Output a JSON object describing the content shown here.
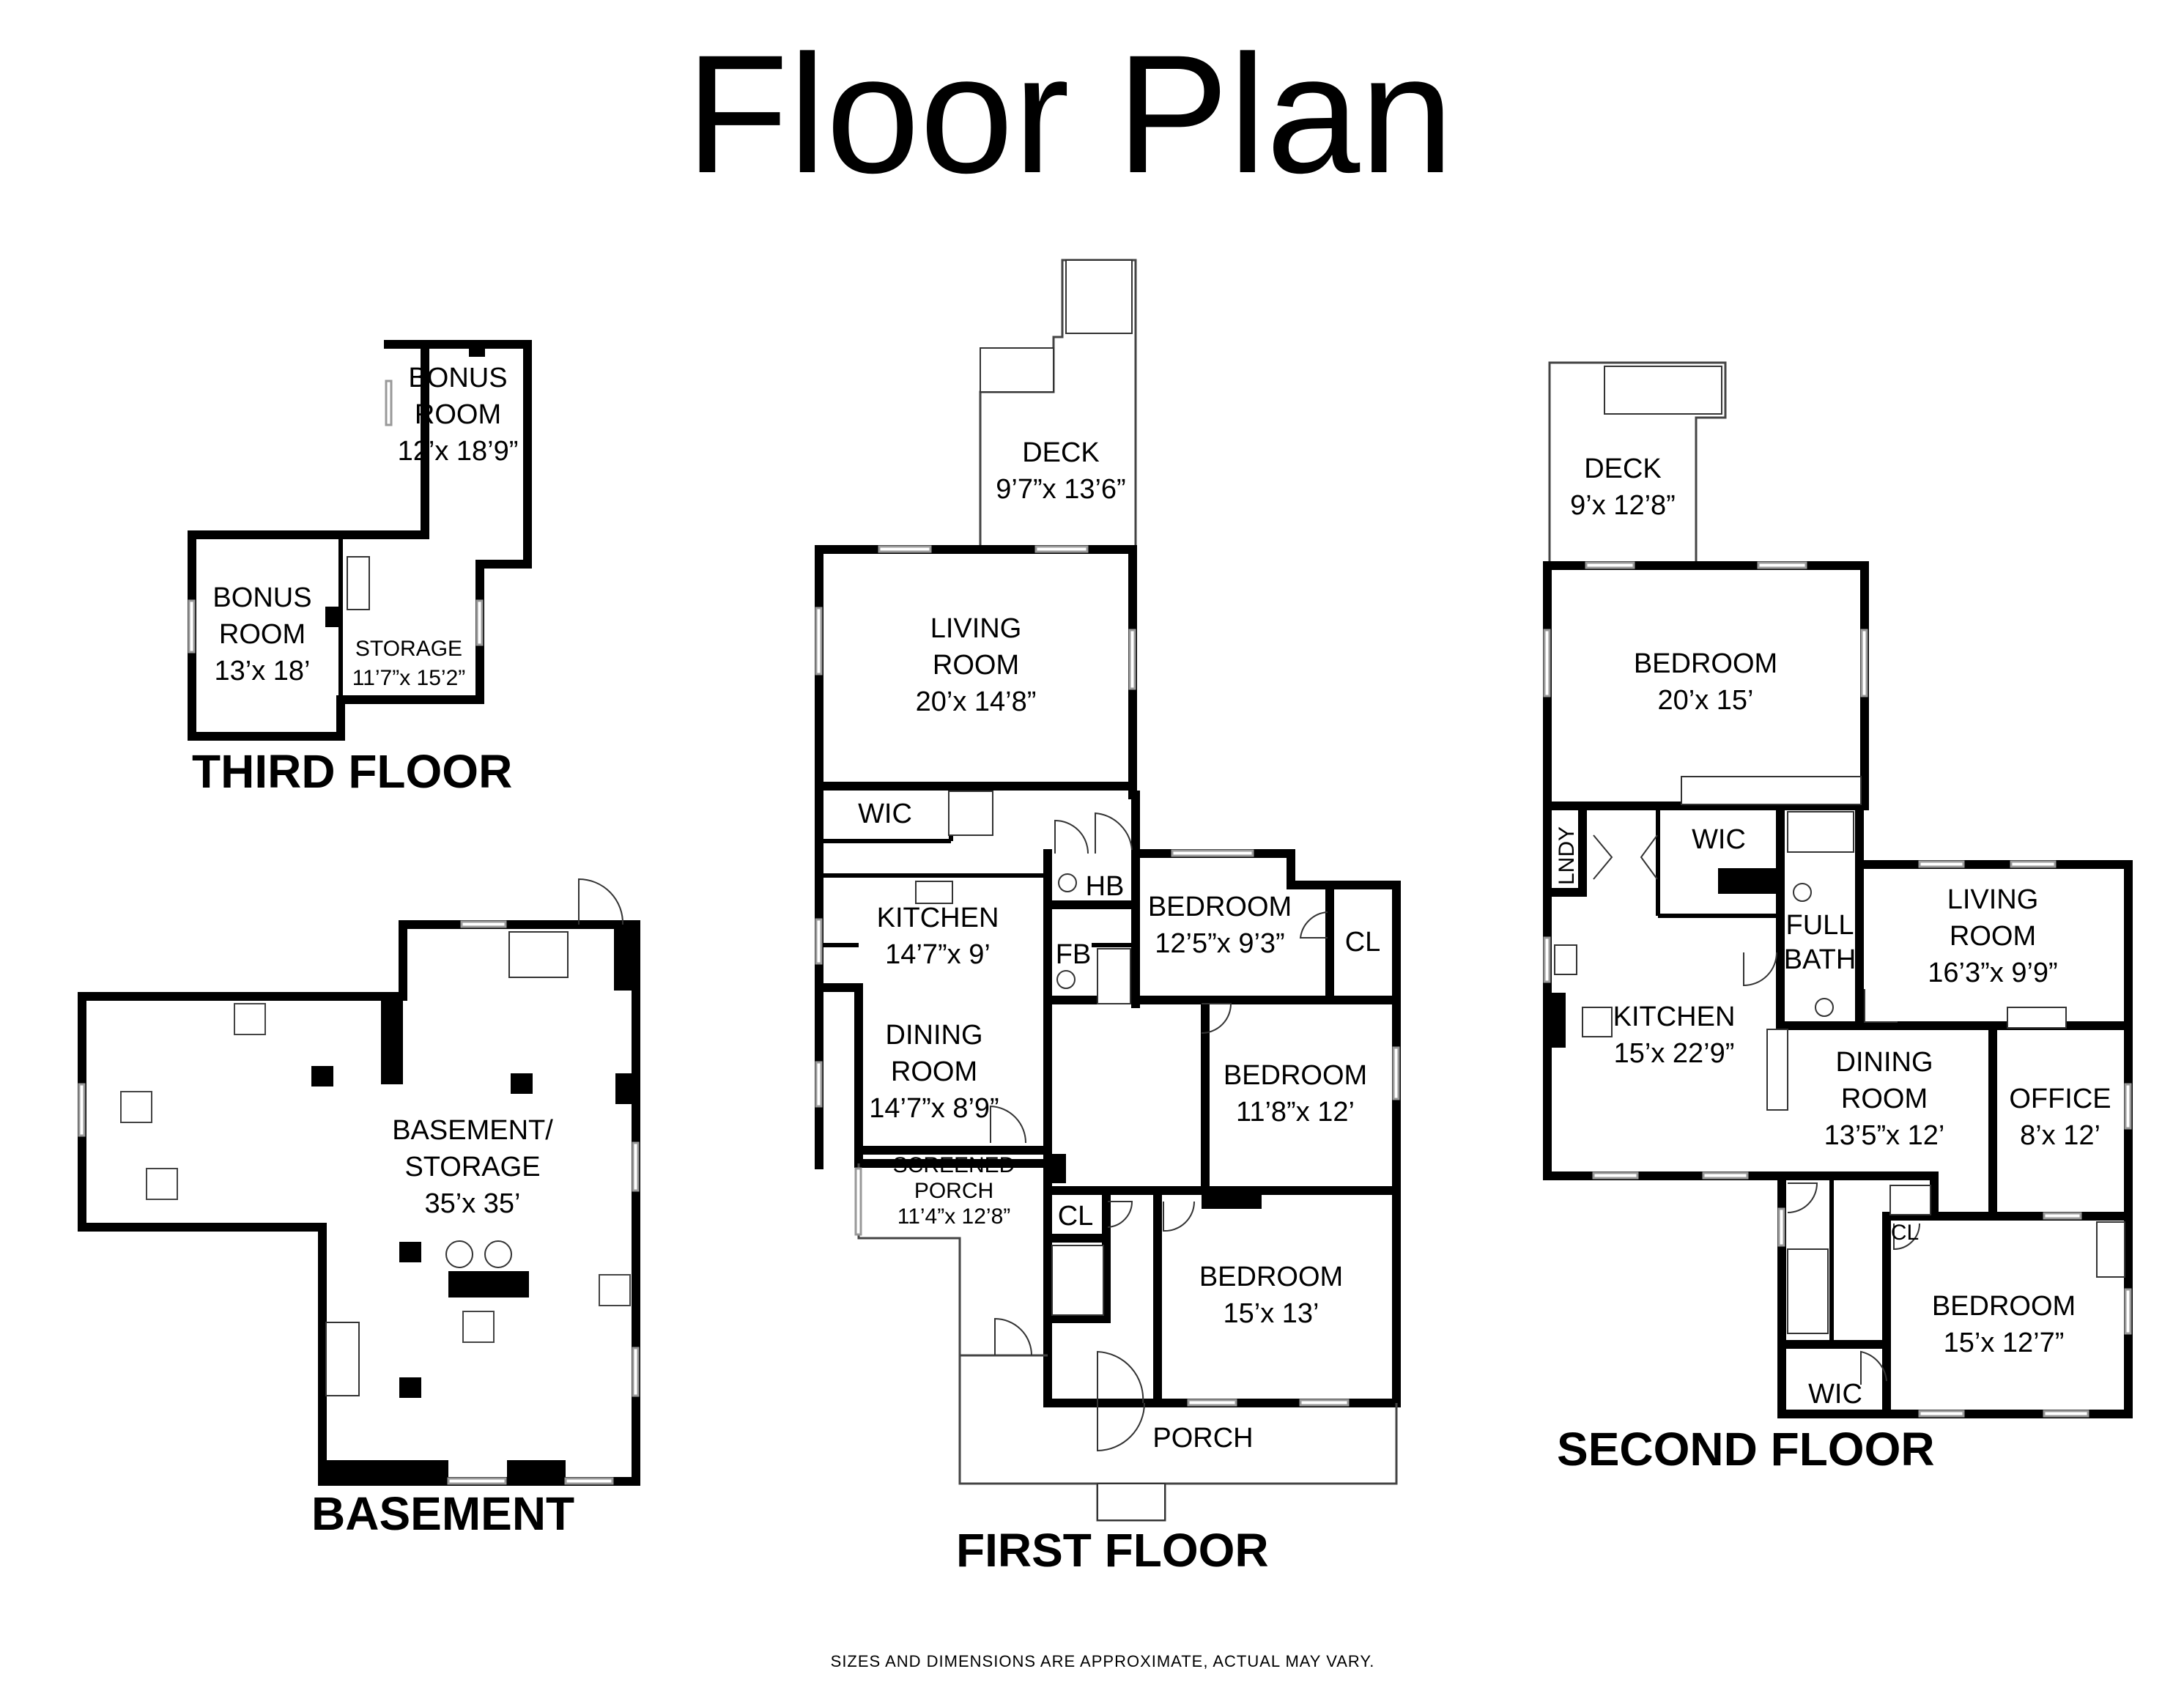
{
  "title": "Floor Plan",
  "disclaimer": "SIZES AND DIMENSIONS ARE APPROXIMATE, ACTUAL MAY VARY.",
  "floors": {
    "third": {
      "label": "THIRD FLOOR",
      "rooms": {
        "bonus_upper": {
          "name": [
            "BONUS",
            "ROOM"
          ],
          "size": "12’x 18’9”"
        },
        "bonus_lower": {
          "name": [
            "BONUS",
            "ROOM"
          ],
          "size": "13’x 18’"
        },
        "storage": {
          "name": [
            "STORAGE"
          ],
          "size": "11’7”x 15’2”"
        }
      }
    },
    "basement": {
      "label": "BASEMENT",
      "rooms": {
        "main": {
          "name": [
            "BASEMENT/",
            "STORAGE"
          ],
          "size": "35’x 35’"
        }
      }
    },
    "first": {
      "label": "FIRST FLOOR",
      "rooms": {
        "deck": {
          "name": [
            "DECK"
          ],
          "size": "9’7”x 13’6”"
        },
        "living": {
          "name": [
            "LIVING",
            "ROOM"
          ],
          "size": "20’x 14’8”"
        },
        "wic": {
          "name": [
            "WIC"
          ],
          "size": ""
        },
        "kitchen": {
          "name": [
            "KITCHEN"
          ],
          "size": "14’7”x 9’"
        },
        "hb": {
          "name": [
            "HB"
          ],
          "size": ""
        },
        "fb": {
          "name": [
            "FB"
          ],
          "size": ""
        },
        "bedroom1": {
          "name": [
            "BEDROOM"
          ],
          "size": "12’5”x 9’3”"
        },
        "cl1": {
          "name": [
            "CL"
          ],
          "size": ""
        },
        "dining": {
          "name": [
            "DINING",
            "ROOM"
          ],
          "size": "14’7”x 8’9”"
        },
        "bedroom2": {
          "name": [
            "BEDROOM"
          ],
          "size": "11’8”x 12’"
        },
        "screened": {
          "name": [
            "SCREENED",
            "PORCH"
          ],
          "size": "11’4”x 12’8”"
        },
        "cl2": {
          "name": [
            "CL"
          ],
          "size": ""
        },
        "bedroom3": {
          "name": [
            "BEDROOM"
          ],
          "size": "15’x 13’"
        },
        "porch": {
          "name": [
            "PORCH"
          ],
          "size": ""
        }
      }
    },
    "second": {
      "label": "SECOND FLOOR",
      "rooms": {
        "deck": {
          "name": [
            "DECK"
          ],
          "size": "9’x 12’8”"
        },
        "bedroom1": {
          "name": [
            "BEDROOM"
          ],
          "size": "20’x 15’"
        },
        "lndy": {
          "name": [
            "LNDY"
          ],
          "size": ""
        },
        "wic1": {
          "name": [
            "WIC"
          ],
          "size": ""
        },
        "fullbath": {
          "name": [
            "FULL",
            "BATH"
          ],
          "size": ""
        },
        "living": {
          "name": [
            "LIVING",
            "ROOM"
          ],
          "size": "16’3”x 9’9”"
        },
        "kitchen": {
          "name": [
            "KITCHEN"
          ],
          "size": "15’x 22’9”"
        },
        "dining": {
          "name": [
            "DINING",
            "ROOM"
          ],
          "size": "13’5”x 12’"
        },
        "office": {
          "name": [
            "OFFICE"
          ],
          "size": "8’x 12’"
        },
        "cl": {
          "name": [
            "CL"
          ],
          "size": ""
        },
        "bedroom2": {
          "name": [
            "BEDROOM"
          ],
          "size": "15’x 12’7”"
        },
        "wic2": {
          "name": [
            "WIC"
          ],
          "size": ""
        }
      }
    }
  }
}
